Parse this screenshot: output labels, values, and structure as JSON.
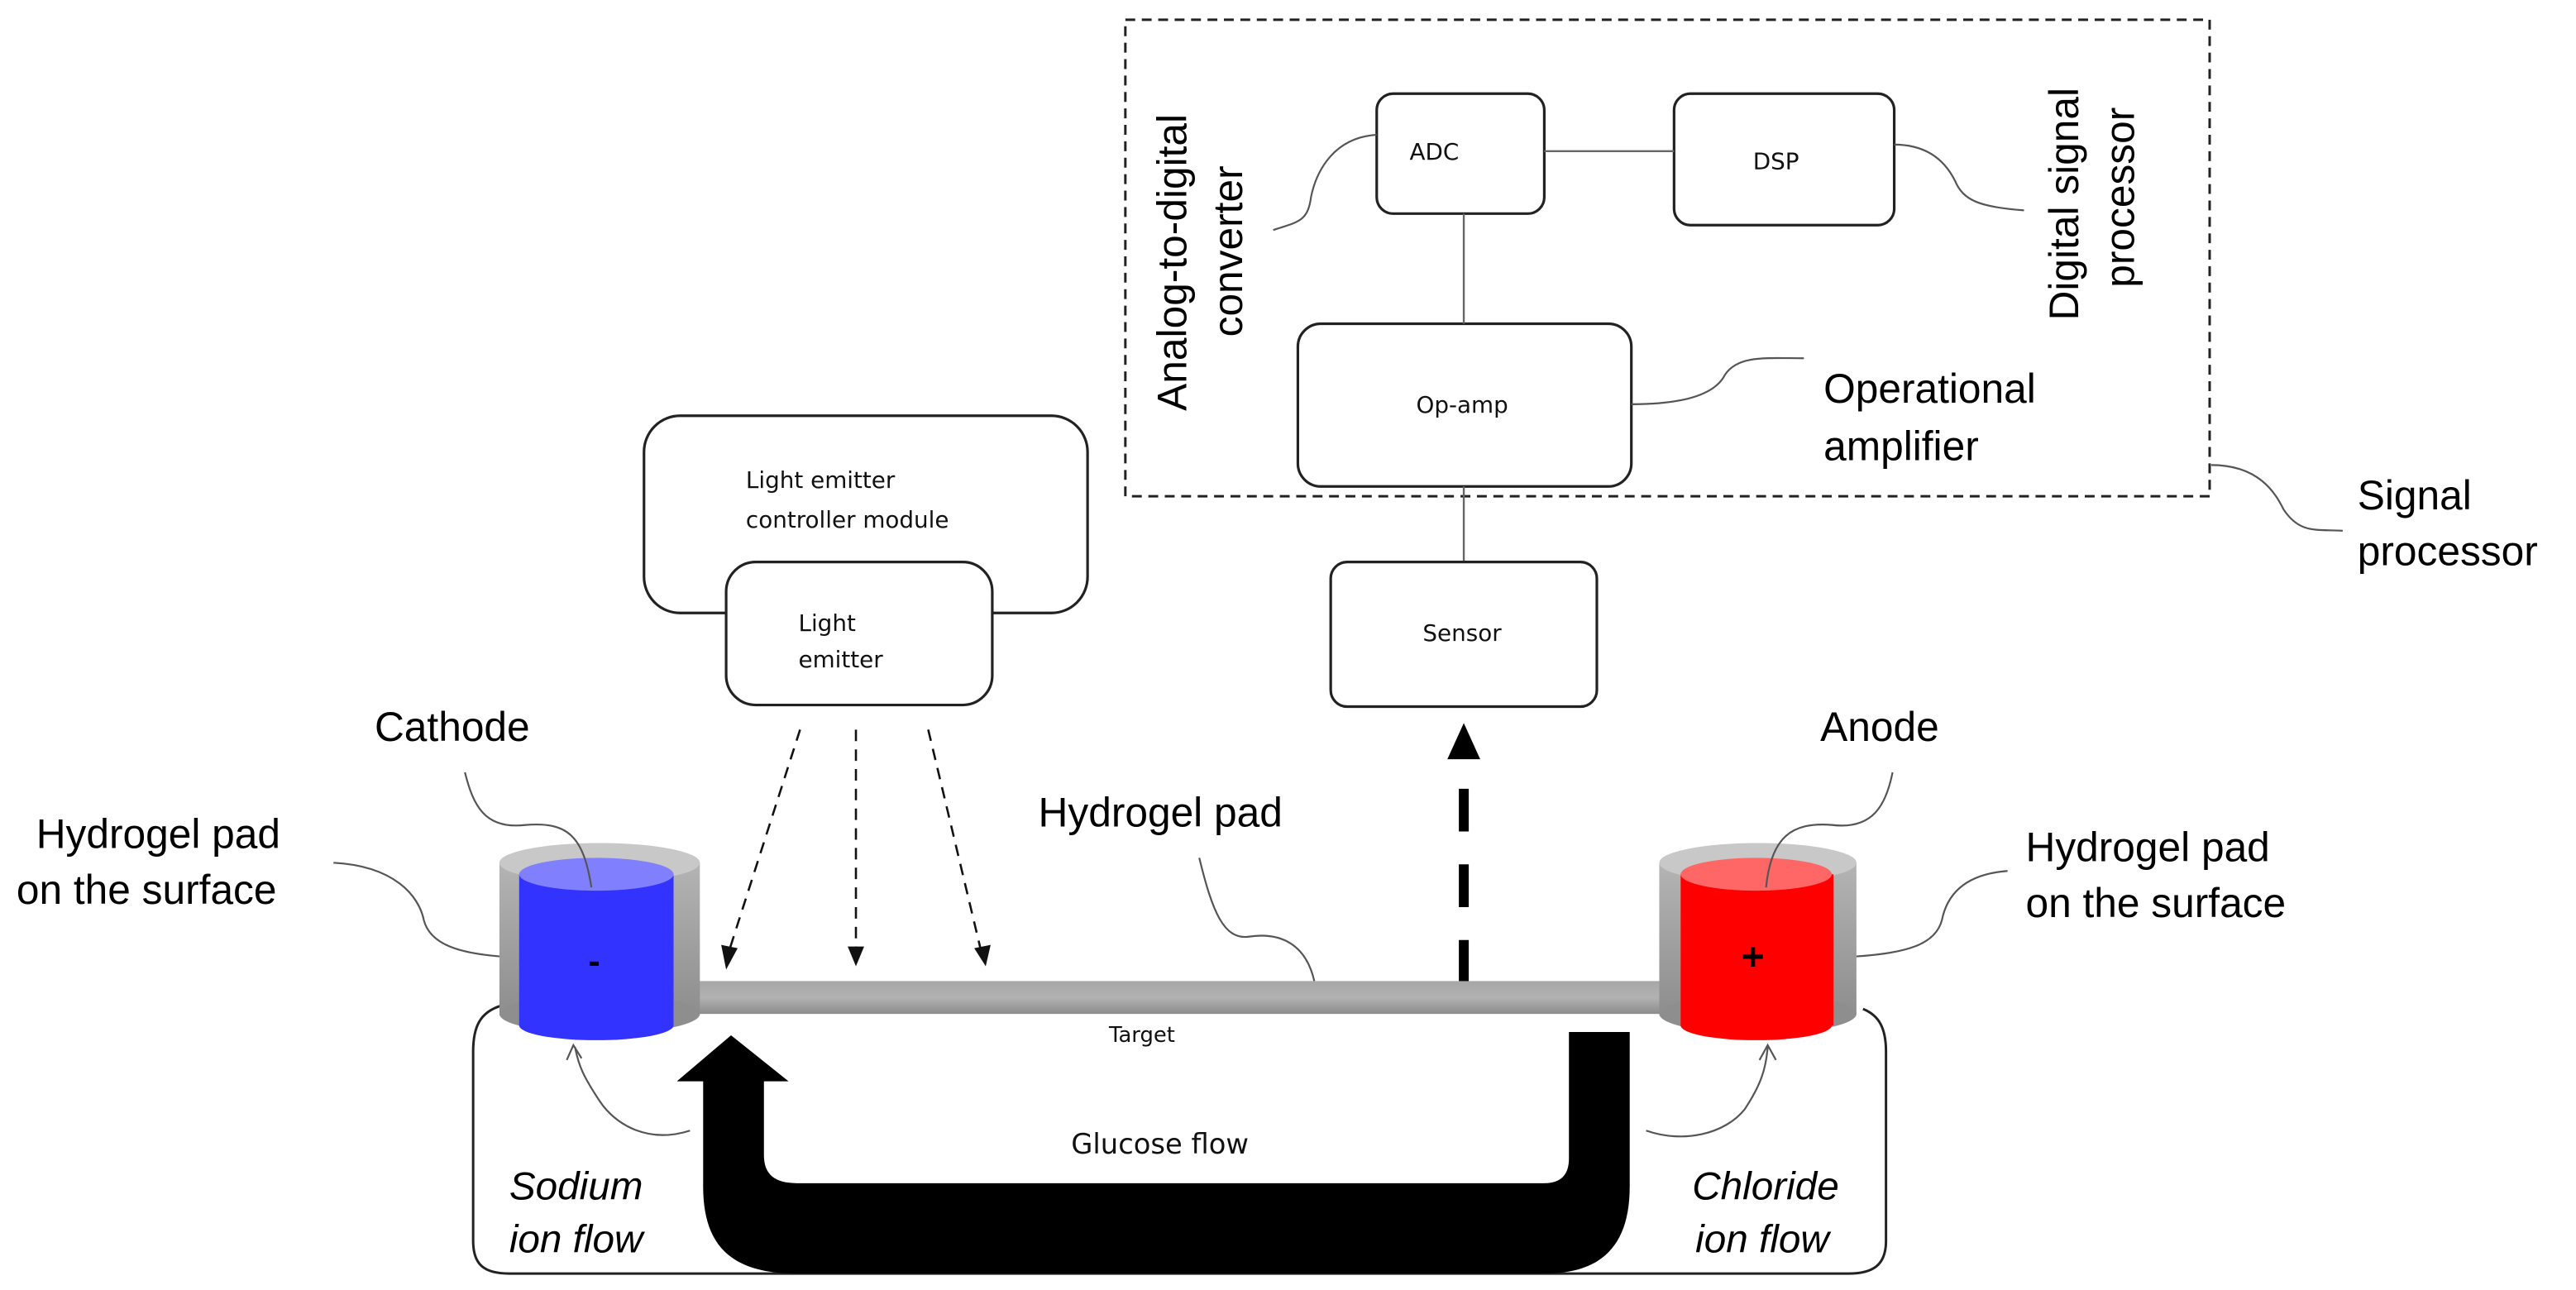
{
  "signal_processor": {
    "label_line1": "Signal",
    "label_line2": "processor",
    "adc": {
      "box_label": "ADC",
      "callout_line1": "Analog-to-digital",
      "callout_line2": "converter"
    },
    "dsp": {
      "box_label": "DSP",
      "callout_line1": "Digital signal",
      "callout_line2": "processor"
    },
    "opamp": {
      "box_label": "Op-amp",
      "callout_line1": "Operational",
      "callout_line2": "amplifier"
    }
  },
  "sensor": {
    "box_label": "Sensor"
  },
  "light": {
    "controller_line1": "Light emitter",
    "controller_line2": "controller module",
    "emitter_line1": "Light",
    "emitter_line2": "emitter"
  },
  "cathode": {
    "label": "Cathode",
    "sign": "-",
    "color": "#3333ff",
    "top_color": "#8080ff",
    "pad_line1": "Hydrogel pad",
    "pad_line2": "on the surface",
    "ion_line1": "Sodium",
    "ion_line2": "ion flow"
  },
  "anode": {
    "label": "Anode",
    "sign": "+",
    "color": "#ff0000",
    "top_color": "#ff6666",
    "pad_line1": "Hydrogel pad",
    "pad_line2": "on the surface",
    "ion_line1": "Chloride",
    "ion_line2": "ion flow"
  },
  "center": {
    "hydrogel_pad_label": "Hydrogel pad",
    "target_label": "Target",
    "glucose_flow_label": "Glucose flow"
  }
}
